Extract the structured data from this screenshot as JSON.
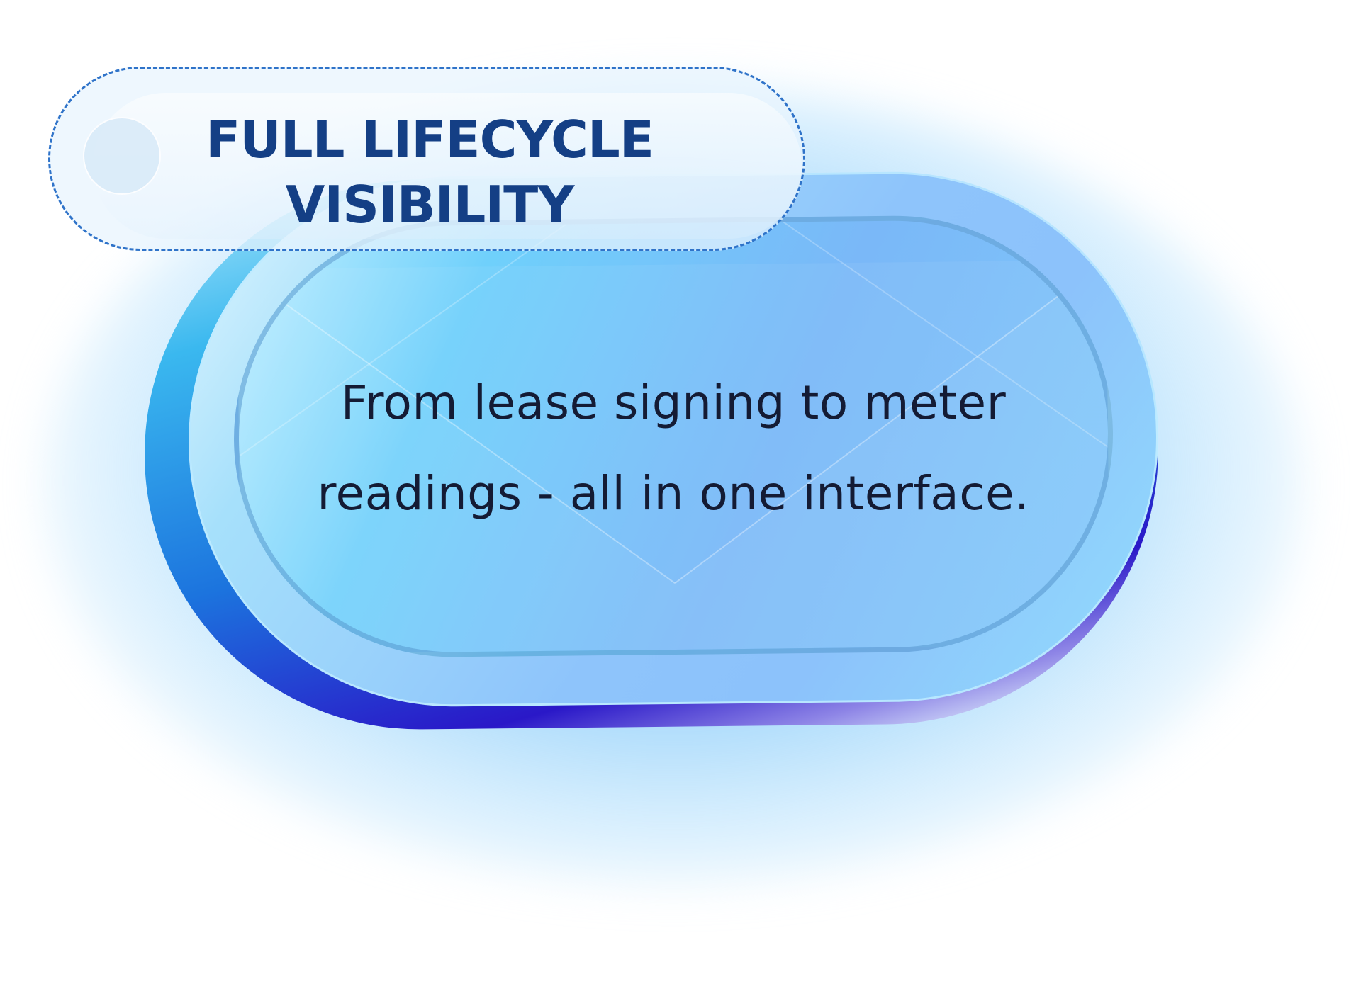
{
  "badge": {
    "line1": "FULL LIFECYCLE",
    "line2": "VISIBILITY"
  },
  "card": {
    "line1": "From lease signing to meter",
    "line2": "readings - all in one interface."
  },
  "colors": {
    "badge_text": "#143f85",
    "badge_border": "#2f73c9",
    "body_text": "#141b34",
    "pill_blue": "#8ec4fb",
    "edge_indigo": "#2a18c8"
  }
}
